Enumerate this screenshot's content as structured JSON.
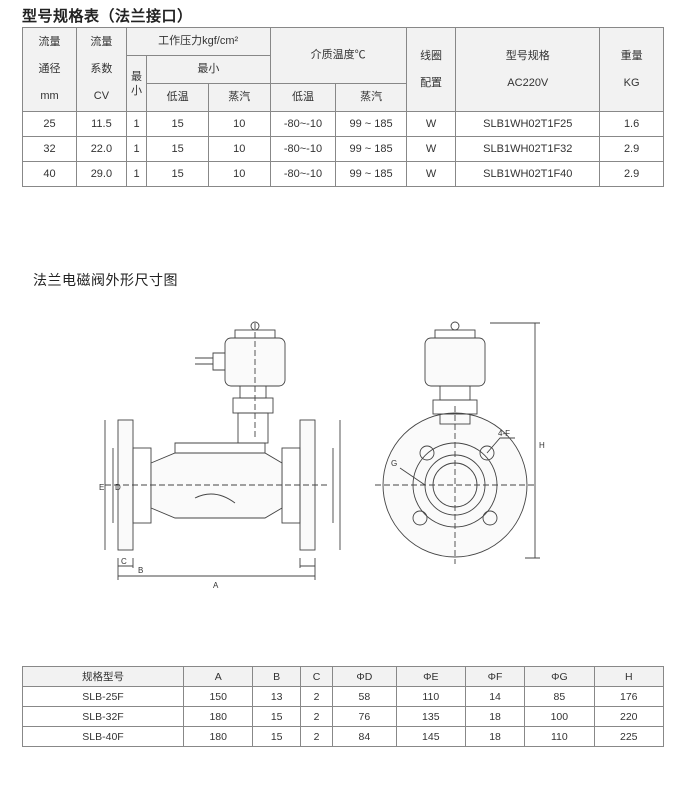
{
  "spec_title": "型号规格表（法兰接口）",
  "spec_headers": {
    "diameter": "流量通径mm",
    "diameter_lines": [
      "流量",
      "通径",
      "mm"
    ],
    "cv_lines": [
      "流量",
      "系数",
      "CV"
    ],
    "pressure_group": "工作压力kgf/cm²",
    "min_pressure": "最小",
    "max_pressure": "最小",
    "low_temp": "低温",
    "steam": "蒸汽",
    "medium_temp": "介质温度℃",
    "medium_low": "低温",
    "medium_steam": "蒸汽",
    "coil_lines": [
      "线圈",
      "配置"
    ],
    "model_lines": [
      "型号规格",
      "AC220V"
    ],
    "weight_lines": [
      "重量",
      "KG"
    ]
  },
  "spec_rows": [
    {
      "dn": "25",
      "cv": "11.5",
      "min": "1",
      "low": "15",
      "steam": "10",
      "t_low": "-80~-10",
      "t_steam": "99 ~ 185",
      "coil": "W",
      "model": "SLB1WH02T1F25",
      "kg": "1.6"
    },
    {
      "dn": "32",
      "cv": "22.0",
      "min": "1",
      "low": "15",
      "steam": "10",
      "t_low": "-80~-10",
      "t_steam": "99 ~ 185",
      "coil": "W",
      "model": "SLB1WH02T1F32",
      "kg": "2.9"
    },
    {
      "dn": "40",
      "cv": "29.0",
      "min": "1",
      "low": "15",
      "steam": "10",
      "t_low": "-80~-10",
      "t_steam": "99 ~ 185",
      "coil": "W",
      "model": "SLB1WH02T1F40",
      "kg": "2.9"
    }
  ],
  "drawing_title": "法兰电磁阀外形尺寸图",
  "drawing_labels": {
    "A": "A",
    "B": "B",
    "C": "C",
    "D": "D",
    "E": "E",
    "F": "4-F",
    "G": "G",
    "H": "H"
  },
  "dim_headers": [
    "规格型号",
    "A",
    "B",
    "C",
    "ΦD",
    "ΦE",
    "ΦF",
    "ΦG",
    "H"
  ],
  "dim_rows": [
    [
      "SLB-25F",
      "150",
      "13",
      "2",
      "58",
      "110",
      "14",
      "85",
      "176"
    ],
    [
      "SLB-32F",
      "180",
      "15",
      "2",
      "76",
      "135",
      "18",
      "100",
      "220"
    ],
    [
      "SLB-40F",
      "180",
      "15",
      "2",
      "84",
      "145",
      "18",
      "110",
      "225"
    ]
  ]
}
